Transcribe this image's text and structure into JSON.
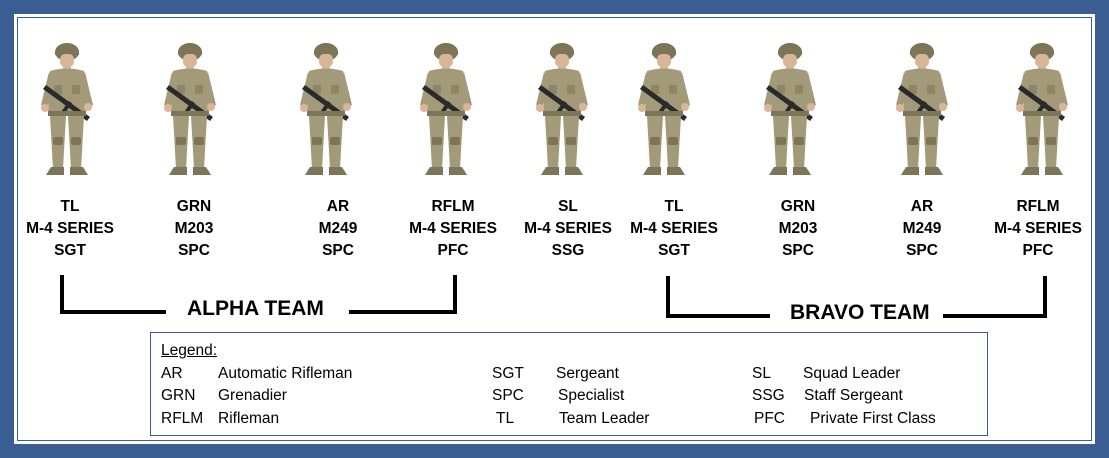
{
  "soldiers": [
    {
      "role": "TL",
      "weapon": "M-4 SERIES",
      "rank": "SGT"
    },
    {
      "role": "GRN",
      "weapon": "M203",
      "rank": "SPC"
    },
    {
      "role": "AR",
      "weapon": "M249",
      "rank": "SPC"
    },
    {
      "role": "RFLM",
      "weapon": "M-4 SERIES",
      "rank": "PFC"
    },
    {
      "role": "SL",
      "weapon": "M-4 SERIES",
      "rank": "SSG"
    },
    {
      "role": "TL",
      "weapon": "M-4 SERIES",
      "rank": "SGT"
    },
    {
      "role": "GRN",
      "weapon": "M203",
      "rank": "SPC"
    },
    {
      "role": "AR",
      "weapon": "M249",
      "rank": "SPC"
    },
    {
      "role": "RFLM",
      "weapon": "M-4 SERIES",
      "rank": "PFC"
    }
  ],
  "teams": {
    "alpha": "ALPHA TEAM",
    "bravo": "BRAVO TEAM"
  },
  "legend": {
    "title": "Legend:",
    "entries": [
      {
        "abbr": "AR",
        "meaning": "Automatic Rifleman"
      },
      {
        "abbr": "GRN",
        "meaning": "Grenadier"
      },
      {
        "abbr": "RFLM",
        "meaning": "Rifleman"
      },
      {
        "abbr": "SGT",
        "meaning": "Sergeant"
      },
      {
        "abbr": "SPC",
        "meaning": "Specialist"
      },
      {
        "abbr": "TL",
        "meaning": "Team Leader"
      },
      {
        "abbr": "SL",
        "meaning": "Squad Leader"
      },
      {
        "abbr": "SSG",
        "meaning": "Staff Sergeant"
      },
      {
        "abbr": "PFC",
        "meaning": "Private First Class"
      }
    ]
  },
  "colors": {
    "frame": "#3a5d92",
    "camo": "#a39a7a",
    "camo_dark": "#7d7558",
    "skin": "#d9b59a",
    "weapon": "#2a2a2a"
  }
}
